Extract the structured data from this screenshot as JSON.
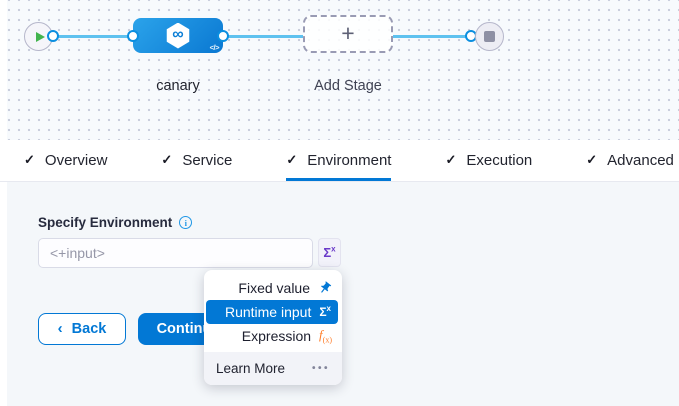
{
  "pipeline": {
    "stage_name": "canary",
    "add_stage_label": "Add Stage"
  },
  "tabs": [
    {
      "label": "Overview"
    },
    {
      "label": "Service"
    },
    {
      "label": "Environment"
    },
    {
      "label": "Execution"
    },
    {
      "label": "Advanced"
    }
  ],
  "form": {
    "label": "Specify Environment",
    "input_value": "<+input>"
  },
  "dropdown": {
    "items": [
      {
        "label": "Fixed value",
        "icon": "pin-icon"
      },
      {
        "label": "Runtime input",
        "icon": "sigma-icon",
        "selected": true
      },
      {
        "label": "Expression",
        "icon": "fx-icon"
      }
    ],
    "footer_label": "Learn More",
    "footer_more": "•••"
  },
  "buttons": {
    "back": "Back",
    "continue": "Continue"
  },
  "glyphs": {
    "check": "✓",
    "plus": "+",
    "infinity": "∞",
    "code": "</>",
    "chevron_left": "‹",
    "sigma": "Σ",
    "sigma_sup": "x",
    "fx_f": "f",
    "fx_sub": "(x)",
    "info": "i"
  },
  "colors": {
    "accent": "#0278d5",
    "connector": "#5ec1ef",
    "sigma_purple": "#6a3ac9",
    "fx_orange": "#ff7b26",
    "node_gradient_start": "#2ba3ea",
    "node_gradient_end": "#0a78d2"
  }
}
